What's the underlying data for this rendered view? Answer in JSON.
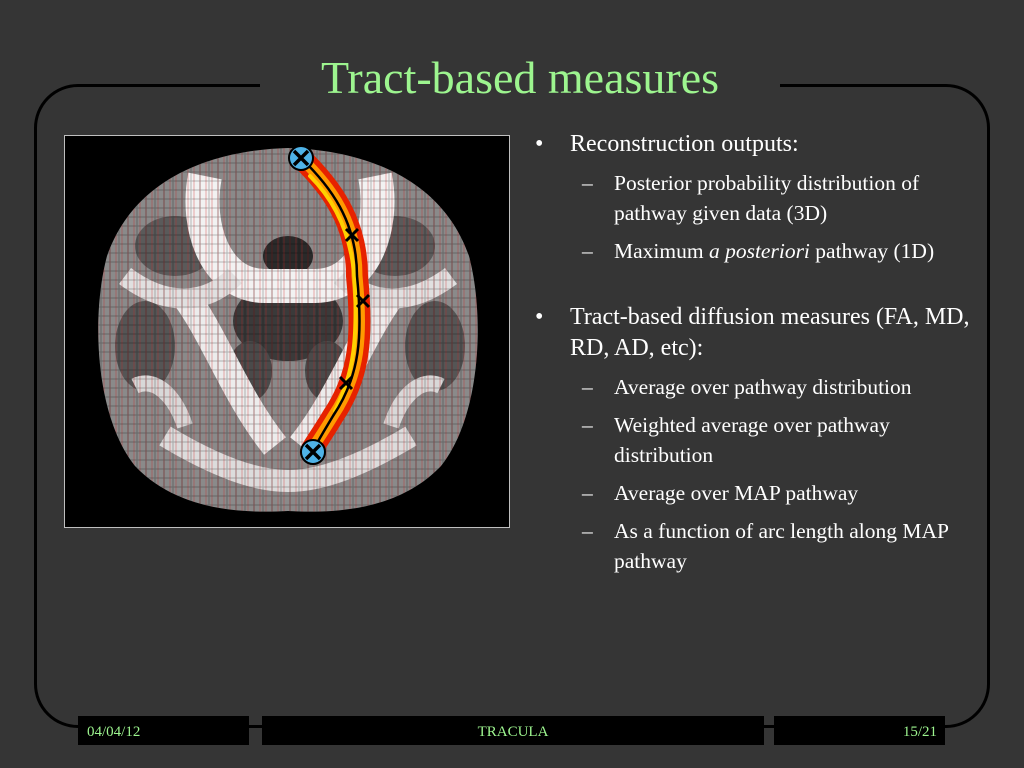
{
  "slide": {
    "title": "Tract-based measures",
    "colors": {
      "title": "#9df58f",
      "background": "#353535",
      "text": "#ffffff"
    }
  },
  "bullets": [
    {
      "text": "Reconstruction outputs:",
      "sub": [
        {
          "parts": [
            "Posterior probability distribution of pathway given data (3D)"
          ]
        },
        {
          "parts": [
            "Maximum ",
            "a posteriori",
            " pathway (1D)"
          ]
        }
      ]
    },
    {
      "text": "Tract-based diffusion measures (FA, MD, RD, AD, etc):",
      "sub": [
        {
          "parts": [
            "Average over pathway distribution"
          ]
        },
        {
          "parts": [
            "Weighted average over pathway distribution"
          ]
        },
        {
          "parts": [
            "Average over MAP pathway"
          ]
        },
        {
          "parts": [
            "As a function of arc length along MAP pathway"
          ]
        }
      ]
    }
  ],
  "markers": {
    "bullet": "•",
    "dash": "–"
  },
  "footer": {
    "date": "04/04/12",
    "center": "TRACULA",
    "page": "15/21"
  },
  "figure": {
    "icons": [
      "brain-mri-image",
      "pathway-curve",
      "control-point-x-icon",
      "endpoint-circle-icon"
    ],
    "pathway_colors": {
      "outer": "#e62200",
      "inner": "#ff9a00",
      "core": "#ffd000",
      "endpoint": "#4fb3e8"
    }
  }
}
